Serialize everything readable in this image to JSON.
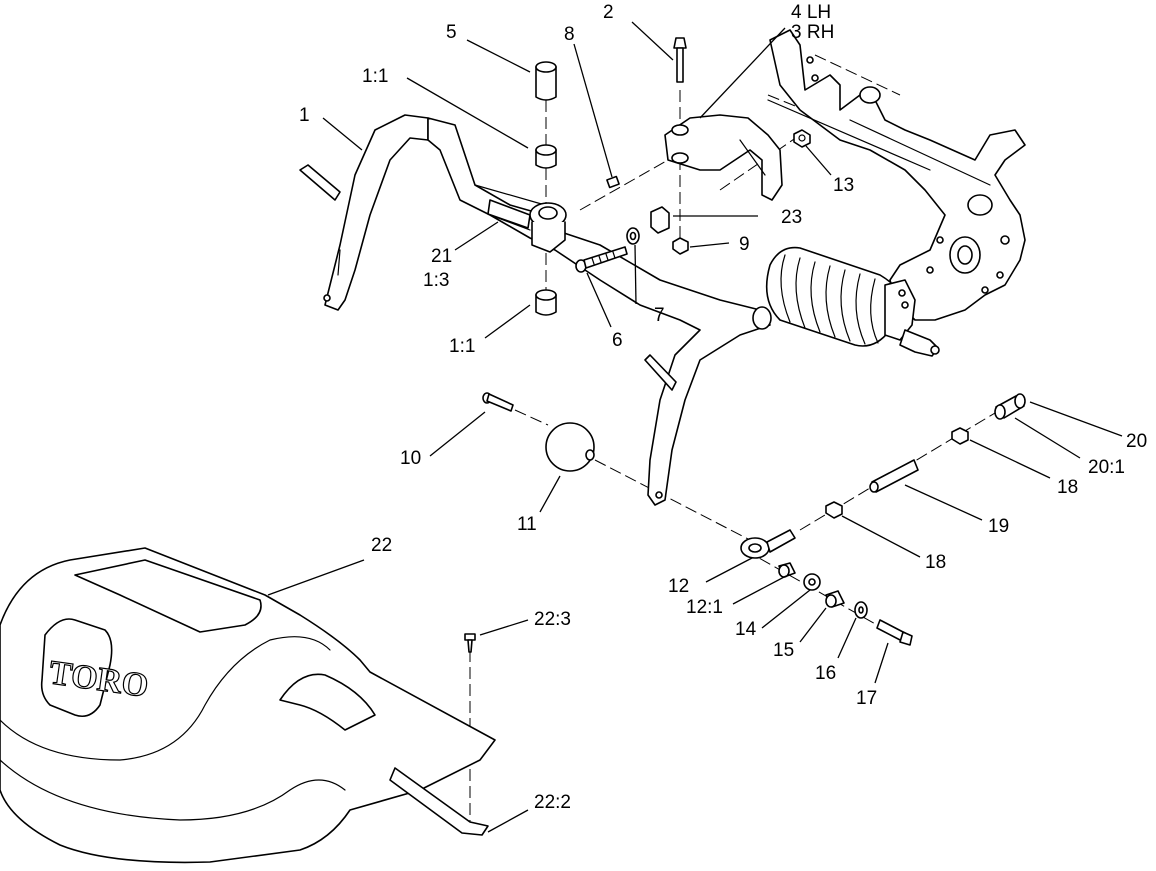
{
  "callouts": {
    "c1": "1",
    "c1_1a": "1:1",
    "c1_1b": "1:1",
    "c1_3": "1:3",
    "c2": "2",
    "c4lh": "4 LH",
    "c3rh": "3 RH",
    "c5": "5",
    "c6": "6",
    "c7": "7",
    "c8": "8",
    "c9": "9",
    "c10": "10",
    "c11": "11",
    "c12": "12",
    "c12_1": "12:1",
    "c13": "13",
    "c14": "14",
    "c15": "15",
    "c16": "16",
    "c17": "17",
    "c18a": "18",
    "c18b": "18",
    "c19": "19",
    "c20": "20",
    "c20_1": "20:1",
    "c21": "21",
    "c22": "22",
    "c22_2": "22:2",
    "c22_3": "22:3",
    "c23": "23"
  },
  "logo": "TORO"
}
